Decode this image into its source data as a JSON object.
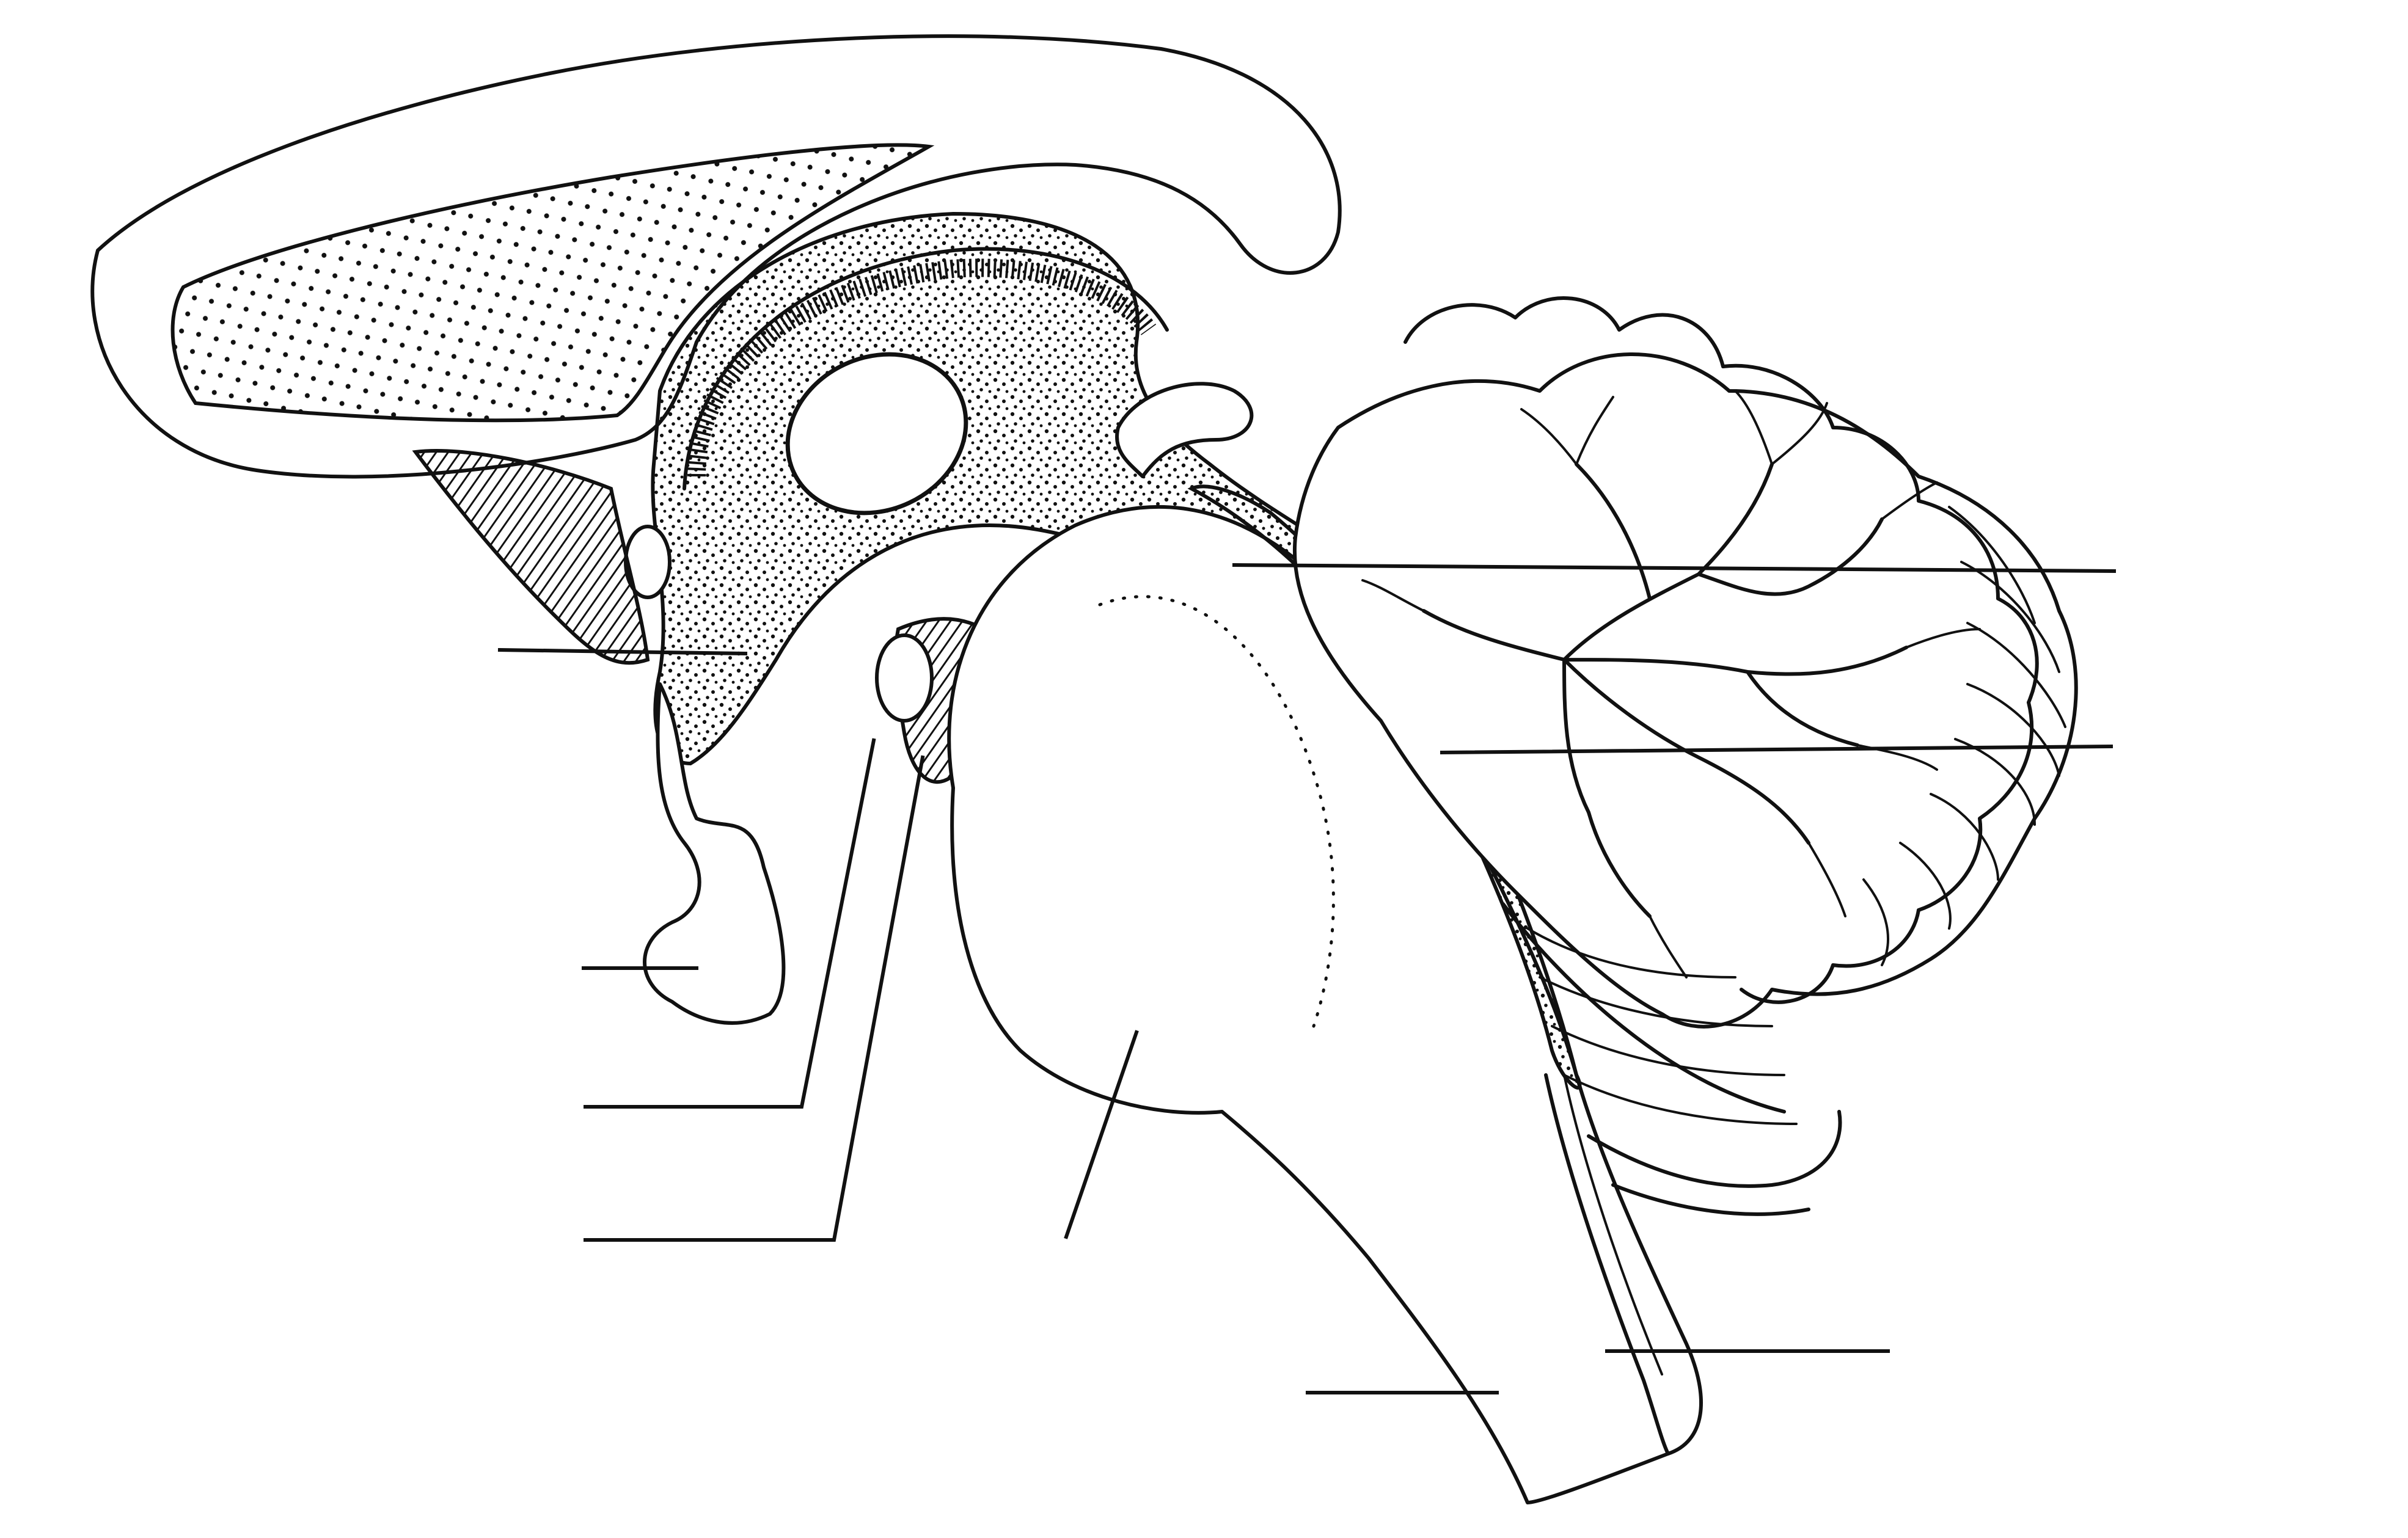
{
  "figure": {
    "labels": [
      {
        "id": "label-1",
        "text": ""
      },
      {
        "id": "label-2",
        "text": ""
      },
      {
        "id": "label-3",
        "text": ""
      },
      {
        "id": "label-4",
        "text": ""
      },
      {
        "id": "label-5",
        "text": ""
      },
      {
        "id": "label-6",
        "text": ""
      },
      {
        "id": "label-7",
        "text": ""
      },
      {
        "id": "label-8",
        "text": ""
      },
      {
        "id": "label-9",
        "text": ""
      }
    ]
  },
  "colors": {
    "ink": "#111111",
    "background": "#ffffff"
  }
}
